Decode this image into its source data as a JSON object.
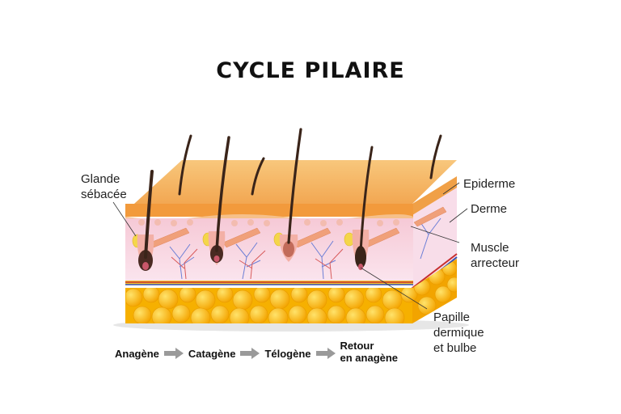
{
  "title": "CYCLE PILAIRE",
  "labels": {
    "glande": [
      "Glande",
      "sébacée"
    ],
    "epiderme": "Epiderme",
    "derme": "Derme",
    "muscle": [
      "Muscle",
      "arrecteur"
    ],
    "papille": [
      "Papille",
      "dermique",
      "et bulbe"
    ]
  },
  "stages": [
    "Anagène",
    "Catagène",
    "Télogène"
  ],
  "stage_last": [
    "Retour",
    "en anagène"
  ],
  "colors": {
    "epidermis_top": "#f6b25c",
    "epidermis_side": "#f29a3c",
    "dermis": "#f7d6e3",
    "fat": "#f7b500",
    "hair": "#3a2419",
    "arrow": "#9a9a9a"
  }
}
